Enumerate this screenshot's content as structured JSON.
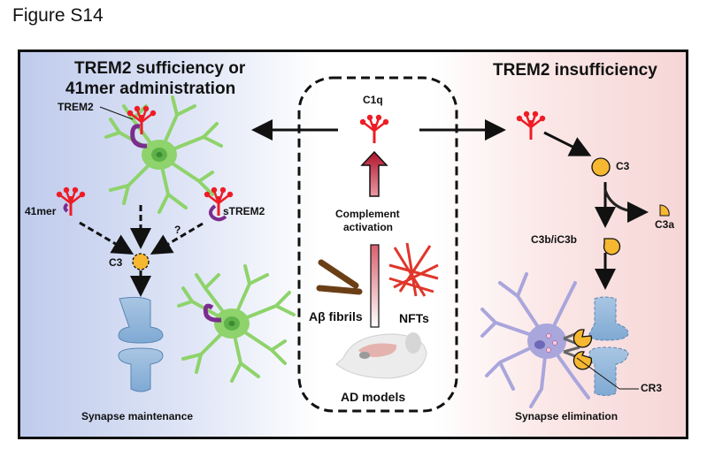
{
  "figure_title": "Figure S14",
  "left_panel": {
    "heading_line1": "TREM2 sufficiency or",
    "heading_line2": "41mer administration",
    "labels": {
      "trem2": "TREM2",
      "mer41": "41mer",
      "strem2": "sTREM2",
      "question": "?",
      "c3": "C3"
    },
    "caption": "Synapse maintenance"
  },
  "center_panel": {
    "c1q": "C1q",
    "activation_line1": "Complement",
    "activation_line2": "activation",
    "ab_fibrils": "Aβ fibrils",
    "nfts": "NFTs",
    "caption": "AD models"
  },
  "right_panel": {
    "heading": "TREM2 insufficiency",
    "labels": {
      "c3": "C3",
      "c3a": "C3a",
      "c3b": "C3b/iC3b",
      "cr3": "CR3"
    },
    "caption": "Synapse elimination"
  },
  "colors": {
    "left_bg": "#bfcbec",
    "right_bg": "#f6d6d6",
    "c1q_red": "#ee1c25",
    "c3_orange": "#f6b731",
    "trem2_purple": "#7b2d8e",
    "microglia_green": "#8ed36b",
    "microglia_purple": "#a9a6dc",
    "synapse_blue": "#8fb8dc"
  }
}
